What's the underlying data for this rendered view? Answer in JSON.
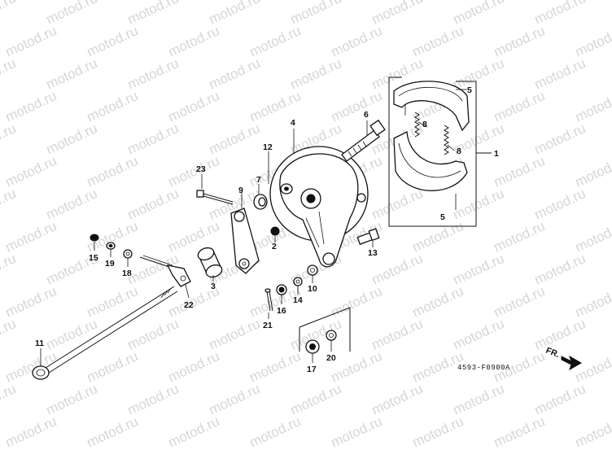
{
  "diagram": {
    "watermark_text": "motod.ru",
    "code": "4593-F0900A",
    "direction_label": "FR.",
    "callouts": [
      "1",
      "2",
      "3",
      "4",
      "5",
      "5",
      "6",
      "7",
      "8",
      "8",
      "9",
      "10",
      "11",
      "12",
      "13",
      "14",
      "15",
      "16",
      "17",
      "18",
      "19",
      "20",
      "21",
      "22",
      "23"
    ]
  },
  "colors": {
    "ink": "#111111",
    "watermark": "#d6d6d6",
    "background": "#ffffff"
  }
}
